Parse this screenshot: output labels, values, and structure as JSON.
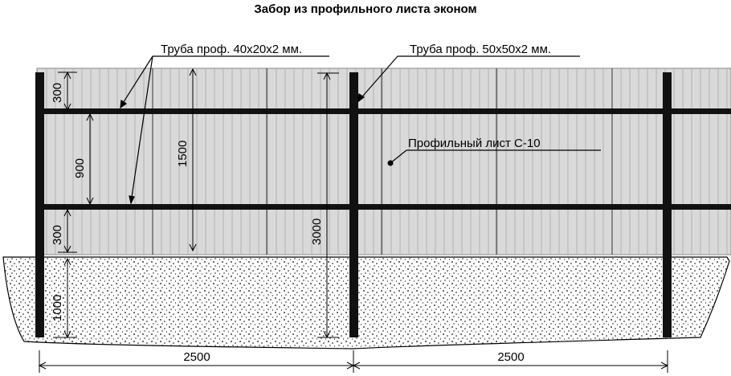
{
  "title": "Забор из профильного листа эконом",
  "labels": {
    "pipe_small": "Труба проф. 40х20х2 мм.",
    "pipe_large": "Труба проф. 50х50х2 мм.",
    "sheet": "Профильный лист С-10"
  },
  "dimensions": {
    "top_gap": "300",
    "middle": "900",
    "bottom_gap": "300",
    "sheet_height": "1500",
    "post_height": "3000",
    "burial_depth": "1000",
    "span_left": "2500",
    "span_right": "2500"
  },
  "colors": {
    "sheet_fill": "#d9d9d9",
    "steel": "#111111",
    "ground_dots": "#000000"
  }
}
